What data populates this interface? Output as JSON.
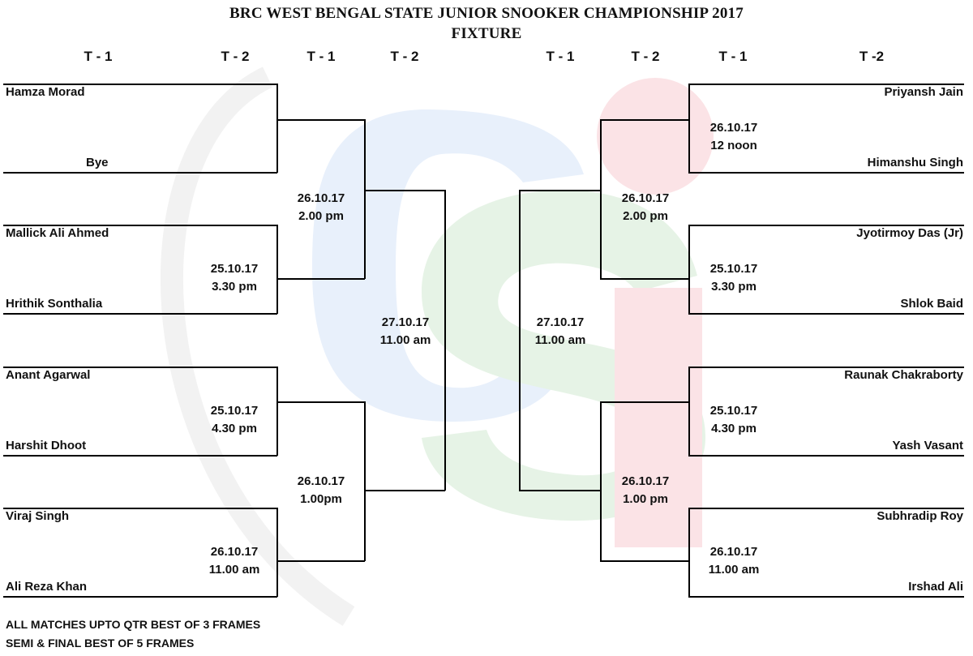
{
  "header": {
    "title": "BRC WEST BENGAL STATE JUNIOR SNOOKER CHAMPIONSHIP 2017",
    "subtitle": "FIXTURE"
  },
  "columns": [
    "T - 1",
    "T - 2",
    "T - 1",
    "T - 2",
    "T - 1",
    "T - 2",
    "T - 1",
    "T -2"
  ],
  "left": {
    "players": [
      "Hamza Morad",
      "Bye",
      "Mallick Ali Ahmed",
      "Hrithik Sonthalia",
      "Anant Agarwal",
      "Harshit Dhoot",
      "Viraj Singh",
      "Ali Reza Khan"
    ],
    "round1": [
      {
        "date": "",
        "time": ""
      },
      {
        "date": "25.10.17",
        "time": "3.30 pm"
      },
      {
        "date": "25.10.17",
        "time": "4.30 pm"
      },
      {
        "date": "26.10.17",
        "time": "11.00 am"
      }
    ],
    "round2": [
      {
        "date": "26.10.17",
        "time": "2.00 pm"
      },
      {
        "date": "26.10.17",
        "time": "1.00pm"
      }
    ],
    "semi": {
      "date": "27.10.17",
      "time": "11.00 am"
    }
  },
  "right": {
    "players": [
      "Priyansh Jain",
      "Himanshu Singh",
      "Jyotirmoy Das (Jr)",
      "Shlok Baid",
      "Raunak Chakraborty",
      "Yash Vasant",
      "Subhradip Roy",
      "Irshad Ali"
    ],
    "round1": [
      {
        "date": "26.10.17",
        "time": "12 noon"
      },
      {
        "date": "25.10.17",
        "time": "3.30 pm"
      },
      {
        "date": "25.10.17",
        "time": "4.30 pm"
      },
      {
        "date": "26.10.17",
        "time": "11.00 am"
      }
    ],
    "round2": [
      {
        "date": "26.10.17",
        "time": "2.00 pm"
      },
      {
        "date": "26.10.17",
        "time": "1.00 pm"
      }
    ],
    "semi": {
      "date": "27.10.17",
      "time": "11.00 am"
    }
  },
  "notes": [
    "ALL MATCHES UPTO QTR BEST OF 3 FRAMES",
    "SEMI & FINAL BEST OF 5 FRAMES"
  ],
  "watermark_colors": {
    "blue": "#e8f0fb",
    "green": "#e6f3e6",
    "pink": "#fbe3e6",
    "swoosh": "#f2f2f2"
  }
}
